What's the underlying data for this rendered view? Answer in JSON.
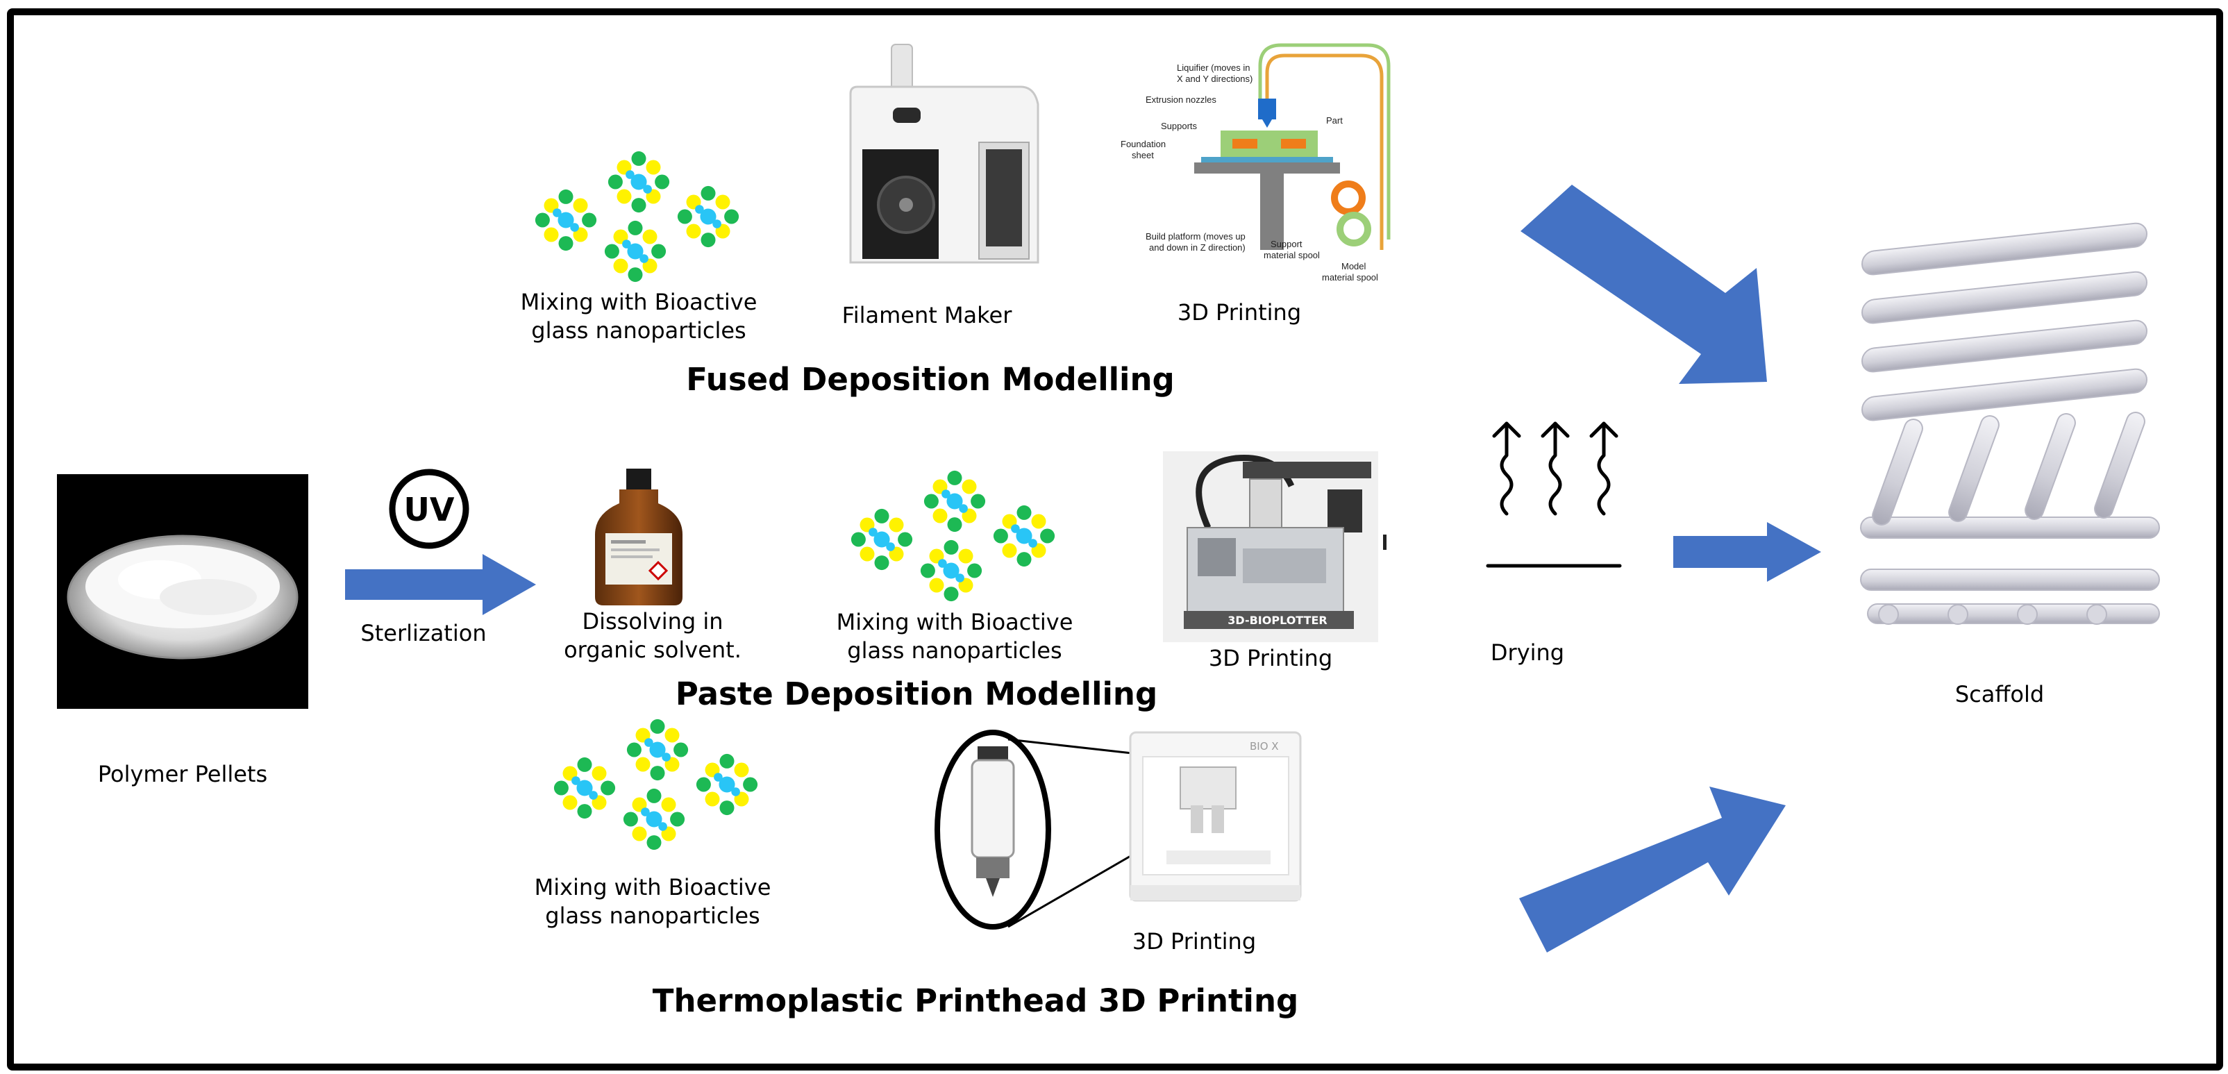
{
  "colors": {
    "arrow": "#4472C4",
    "particle_yellow": "#FFF200",
    "particle_green": "#1DB954",
    "particle_cyan": "#29C5F6",
    "frame": "#000000"
  },
  "labels": {
    "polymer_pellets": "Polymer Pellets",
    "uv": "UV",
    "sterlization": "Sterlization",
    "dissolving_line1": "Dissolving in",
    "dissolving_line2": "organic solvent.",
    "mixing_line1": "Mixing with Bioactive",
    "mixing_line2": "glass nanoparticles",
    "filament_maker": "Filament Maker",
    "printing_3d": "3D Printing",
    "drying": "Drying",
    "scaffold": "Scaffold"
  },
  "titles": {
    "fdm": "Fused Deposition Modelling",
    "pdm": "Paste Deposition Modelling",
    "tpp": "Thermoplastic Printhead 3D Printing"
  },
  "fdm_diagram": {
    "liquifier": "Liquifier (moves in",
    "liquifier2": "X and Y directions)",
    "extrusion": "Extrusion nozzles",
    "supports": "Supports",
    "foundation": "Foundation",
    "foundation2": "sheet",
    "part": "Part",
    "build": "Build platform (moves up",
    "build2": "and down in Z direction)",
    "support_spool": "Support",
    "support_spool2": "material spool",
    "model_spool": "Model",
    "model_spool2": "material spool"
  },
  "bioplotter_brand": "3D-BIOPLOTTER",
  "bio_x_brand": "BIO X"
}
